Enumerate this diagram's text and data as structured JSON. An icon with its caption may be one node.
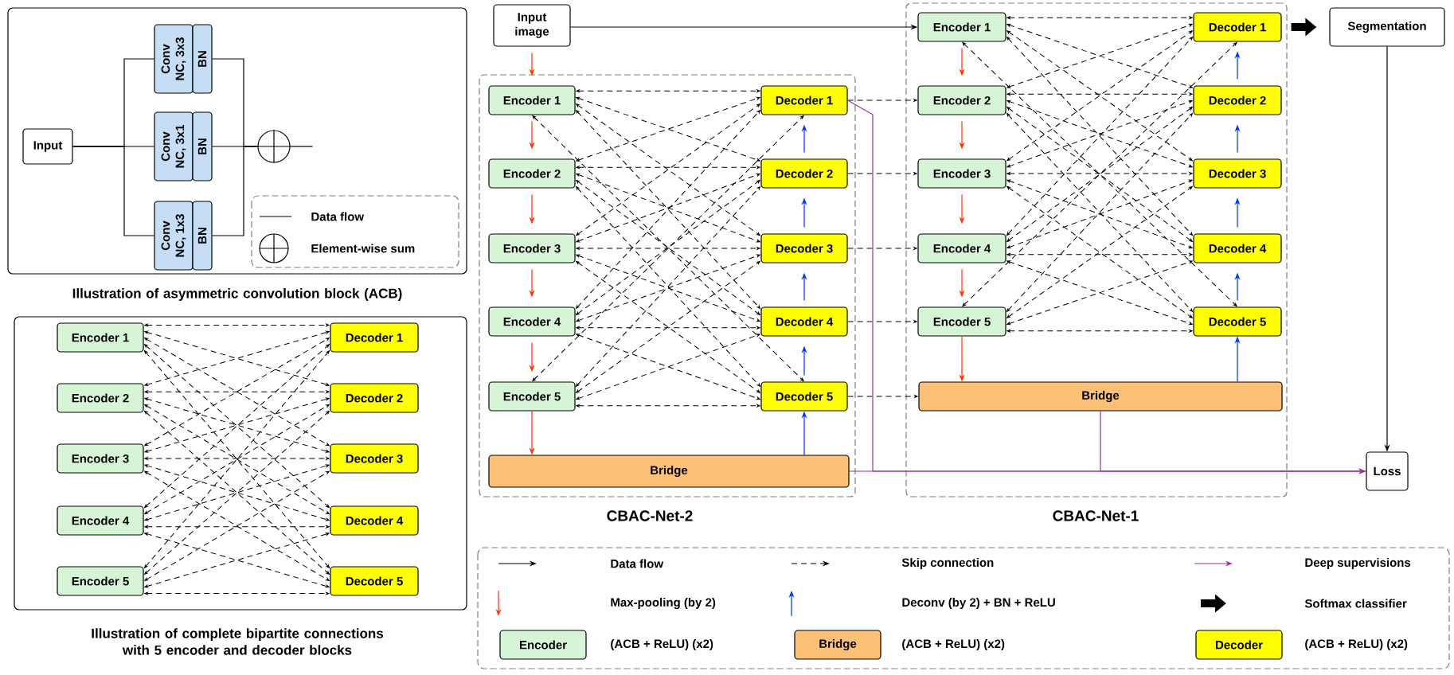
{
  "diagram": {
    "nodes": [
      {
        "text": [
          "Illustration of asymmetric convolution block (ACB)"
        ]
      },
      {
        "text": [
          "Input"
        ],
        "in": 0
      },
      {
        "text": [
          "Conv NC, 3x3"
        ],
        "in": 0
      },
      {
        "text": [
          "BN"
        ],
        "in": 0
      },
      {
        "text": [
          "Conv NC, 3x1"
        ],
        "in": 0
      },
      {
        "text": [
          "BN"
        ],
        "in": 0
      },
      {
        "text": [
          "Conv NC, 1x3"
        ],
        "in": 0
      },
      {
        "text": [
          "BN"
        ],
        "in": 0
      },
      {
        "text": [],
        "shape": "circle",
        "in": 0
      },
      {
        "text": [
          "Illustration of complete bipartite connections with 5 encoder and decoder blocks"
        ]
      },
      {
        "text": [
          "Encoder 1"
        ],
        "in": 9
      },
      {
        "text": [
          "Encoder 2"
        ],
        "in": 9
      },
      {
        "text": [
          "Encoder 3"
        ],
        "in": 9
      },
      {
        "text": [
          "Encoder 4"
        ],
        "in": 9
      },
      {
        "text": [
          "Encoder 5"
        ],
        "in": 9
      },
      {
        "text": [
          "Decoder 1"
        ],
        "in": 9
      },
      {
        "text": [
          "Decoder 2"
        ],
        "in": 9
      },
      {
        "text": [
          "Decoder 3"
        ],
        "in": 9
      },
      {
        "text": [
          "Decoder 4"
        ],
        "in": 9
      },
      {
        "text": [
          "Decoder 5"
        ],
        "in": 9
      },
      {
        "text": [
          "Input image"
        ]
      },
      {
        "text": [
          "CBAC-Net-2"
        ]
      },
      {
        "text": [
          "Encoder 1"
        ],
        "in": 21
      },
      {
        "text": [
          "Encoder 2"
        ],
        "in": 21
      },
      {
        "text": [
          "Encoder 3"
        ],
        "in": 21
      },
      {
        "text": [
          "Encoder 4"
        ],
        "in": 21
      },
      {
        "text": [
          "Encoder 5"
        ],
        "in": 21
      },
      {
        "text": [
          "Decoder 1"
        ],
        "in": 21
      },
      {
        "text": [
          "Decoder 2"
        ],
        "in": 21
      },
      {
        "text": [
          "Decoder 3"
        ],
        "in": 21
      },
      {
        "text": [
          "Decoder 4"
        ],
        "in": 21
      },
      {
        "text": [
          "Decoder 5"
        ],
        "in": 21
      },
      {
        "text": [
          "Bridge"
        ],
        "in": 21
      },
      {
        "text": [
          "CBAC-Net-1"
        ]
      },
      {
        "text": [
          "Encoder 1"
        ],
        "in": 33
      },
      {
        "text": [
          "Encoder 2"
        ],
        "in": 33
      },
      {
        "text": [
          "Encoder 3"
        ],
        "in": 33
      },
      {
        "text": [
          "Encoder 4"
        ],
        "in": 33
      },
      {
        "text": [
          "Encoder 5"
        ],
        "in": 33
      },
      {
        "text": [
          "Decoder 1"
        ],
        "in": 33
      },
      {
        "text": [
          "Decoder 2"
        ],
        "in": 33
      },
      {
        "text": [
          "Decoder 3"
        ],
        "in": 33
      },
      {
        "text": [
          "Decoder 4"
        ],
        "in": 33
      },
      {
        "text": [
          "Decoder 5"
        ],
        "in": 33
      },
      {
        "text": [
          "Bridge"
        ],
        "in": 33
      },
      {
        "text": [
          "Segmentation"
        ]
      },
      {
        "text": [
          "Loss"
        ]
      }
    ],
    "edges": [
      {
        "from": 1,
        "to": 2,
        "arrow": "none"
      },
      {
        "from": 1,
        "to": 4,
        "arrow": "none"
      },
      {
        "from": 1,
        "to": 6,
        "arrow": "none"
      },
      {
        "from": 3,
        "to": 8,
        "arrow": "none"
      },
      {
        "from": 5,
        "to": 8,
        "arrow": "none"
      },
      {
        "from": 7,
        "to": 8,
        "arrow": "none"
      },
      {
        "from": 8,
        "to": null,
        "arrow": "none"
      },
      {
        "from": 10,
        "to": 15,
        "arrow": "both",
        "style": "dashed"
      },
      {
        "from": 10,
        "to": 16,
        "arrow": "both",
        "style": "dashed"
      },
      {
        "from": 10,
        "to": 17,
        "arrow": "both",
        "style": "dashed"
      },
      {
        "from": 10,
        "to": 18,
        "arrow": "both",
        "style": "dashed"
      },
      {
        "from": 10,
        "to": 19,
        "arrow": "both",
        "style": "dashed"
      },
      {
        "from": 11,
        "to": 15,
        "arrow": "both",
        "style": "dashed"
      },
      {
        "from": 11,
        "to": 16,
        "arrow": "both",
        "style": "dashed"
      },
      {
        "from": 11,
        "to": 17,
        "arrow": "both",
        "style": "dashed"
      },
      {
        "from": 11,
        "to": 18,
        "arrow": "both",
        "style": "dashed"
      },
      {
        "from": 11,
        "to": 19,
        "arrow": "both",
        "style": "dashed"
      },
      {
        "from": 12,
        "to": 15,
        "arrow": "both",
        "style": "dashed"
      },
      {
        "from": 12,
        "to": 16,
        "arrow": "both",
        "style": "dashed"
      },
      {
        "from": 12,
        "to": 17,
        "arrow": "both",
        "style": "dashed"
      },
      {
        "from": 12,
        "to": 18,
        "arrow": "both",
        "style": "dashed"
      },
      {
        "from": 12,
        "to": 19,
        "arrow": "both",
        "style": "dashed"
      },
      {
        "from": 13,
        "to": 15,
        "arrow": "both",
        "style": "dashed"
      },
      {
        "from": 13,
        "to": 16,
        "arrow": "both",
        "style": "dashed"
      },
      {
        "from": 13,
        "to": 17,
        "arrow": "both",
        "style": "dashed"
      },
      {
        "from": 13,
        "to": 18,
        "arrow": "both",
        "style": "dashed"
      },
      {
        "from": 13,
        "to": 19,
        "arrow": "both",
        "style": "dashed"
      },
      {
        "from": 14,
        "to": 15,
        "arrow": "both",
        "style": "dashed"
      },
      {
        "from": 14,
        "to": 16,
        "arrow": "both",
        "style": "dashed"
      },
      {
        "from": 14,
        "to": 17,
        "arrow": "both",
        "style": "dashed"
      },
      {
        "from": 14,
        "to": 18,
        "arrow": "both",
        "style": "dashed"
      },
      {
        "from": 14,
        "to": 19,
        "arrow": "both",
        "style": "dashed"
      },
      {
        "from": 20,
        "to": 22,
        "arrow": "to",
        "color": "#ff3300"
      },
      {
        "from": 22,
        "to": 23,
        "arrow": "to",
        "color": "#ff3300"
      },
      {
        "from": 23,
        "to": 24,
        "arrow": "to",
        "color": "#ff3300"
      },
      {
        "from": 24,
        "to": 25,
        "arrow": "to",
        "color": "#ff3300"
      },
      {
        "from": 25,
        "to": 26,
        "arrow": "to",
        "color": "#ff3300"
      },
      {
        "from": 26,
        "to": 32,
        "arrow": "to",
        "color": "#ff3300"
      },
      {
        "from": 32,
        "to": 31,
        "arrow": "to",
        "color": "#0033ff"
      },
      {
        "from": 31,
        "to": 30,
        "arrow": "to",
        "color": "#0033ff"
      },
      {
        "from": 30,
        "to": 29,
        "arrow": "to",
        "color": "#0033ff"
      },
      {
        "from": 29,
        "to": 28,
        "arrow": "to",
        "color": "#0033ff"
      },
      {
        "from": 28,
        "to": 27,
        "arrow": "to",
        "color": "#0033ff"
      },
      {
        "from": 22,
        "to": 27,
        "arrow": "both",
        "style": "dashed"
      },
      {
        "from": 22,
        "to": 28,
        "arrow": "both",
        "style": "dashed"
      },
      {
        "from": 22,
        "to": 29,
        "arrow": "both",
        "style": "dashed"
      },
      {
        "from": 22,
        "to": 30,
        "arrow": "both",
        "style": "dashed"
      },
      {
        "from": 22,
        "to": 31,
        "arrow": "both",
        "style": "dashed"
      },
      {
        "from": 23,
        "to": 27,
        "arrow": "both",
        "style": "dashed"
      },
      {
        "from": 23,
        "to": 28,
        "arrow": "both",
        "style": "dashed"
      },
      {
        "from": 23,
        "to": 29,
        "arrow": "both",
        "style": "dashed"
      },
      {
        "from": 23,
        "to": 30,
        "arrow": "both",
        "style": "dashed"
      },
      {
        "from": 23,
        "to": 31,
        "arrow": "both",
        "style": "dashed"
      },
      {
        "from": 24,
        "to": 27,
        "arrow": "both",
        "style": "dashed"
      },
      {
        "from": 24,
        "to": 28,
        "arrow": "both",
        "style": "dashed"
      },
      {
        "from": 24,
        "to": 29,
        "arrow": "both",
        "style": "dashed"
      },
      {
        "from": 24,
        "to": 30,
        "arrow": "both",
        "style": "dashed"
      },
      {
        "from": 24,
        "to": 31,
        "arrow": "both",
        "style": "dashed"
      },
      {
        "from": 25,
        "to": 27,
        "arrow": "both",
        "style": "dashed"
      },
      {
        "from": 25,
        "to": 28,
        "arrow": "both",
        "style": "dashed"
      },
      {
        "from": 25,
        "to": 29,
        "arrow": "both",
        "style": "dashed"
      },
      {
        "from": 25,
        "to": 30,
        "arrow": "both",
        "style": "dashed"
      },
      {
        "from": 25,
        "to": 31,
        "arrow": "both",
        "style": "dashed"
      },
      {
        "from": 26,
        "to": 27,
        "arrow": "both",
        "style": "dashed"
      },
      {
        "from": 26,
        "to": 28,
        "arrow": "both",
        "style": "dashed"
      },
      {
        "from": 26,
        "to": 29,
        "arrow": "both",
        "style": "dashed"
      },
      {
        "from": 26,
        "to": 30,
        "arrow": "both",
        "style": "dashed"
      },
      {
        "from": 26,
        "to": 31,
        "arrow": "both",
        "style": "dashed"
      },
      {
        "from": 20,
        "to": 34,
        "arrow": "to"
      },
      {
        "from": 27,
        "to": 35,
        "arrow": "to",
        "style": "dashed"
      },
      {
        "from": 28,
        "to": 36,
        "arrow": "to",
        "style": "dashed"
      },
      {
        "from": 29,
        "to": 37,
        "arrow": "to",
        "style": "dashed"
      },
      {
        "from": 30,
        "to": 38,
        "arrow": "to",
        "style": "dashed"
      },
      {
        "from": 31,
        "to": 44,
        "arrow": "to",
        "style": "dashed"
      },
      {
        "from": 34,
        "to": 35,
        "arrow": "to",
        "color": "#ff3300"
      },
      {
        "from": 35,
        "to": 36,
        "arrow": "to",
        "color": "#ff3300"
      },
      {
        "from": 36,
        "to": 37,
        "arrow": "to",
        "color": "#ff3300"
      },
      {
        "from": 37,
        "to": 38,
        "arrow": "to",
        "color": "#ff3300"
      },
      {
        "from": 38,
        "to": 44,
        "arrow": "to",
        "color": "#ff3300"
      },
      {
        "from": 44,
        "to": 43,
        "arrow": "to",
        "color": "#0033ff"
      },
      {
        "from": 43,
        "to": 42,
        "arrow": "to",
        "color": "#0033ff"
      },
      {
        "from": 42,
        "to": 41,
        "arrow": "to",
        "color": "#0033ff"
      },
      {
        "from": 41,
        "to": 40,
        "arrow": "to",
        "color": "#0033ff"
      },
      {
        "from": 40,
        "to": 39,
        "arrow": "to",
        "color": "#0033ff"
      },
      {
        "from": 34,
        "to": 39,
        "arrow": "both",
        "style": "dashed"
      },
      {
        "from": 34,
        "to": 40,
        "arrow": "both",
        "style": "dashed"
      },
      {
        "from": 34,
        "to": 41,
        "arrow": "both",
        "style": "dashed"
      },
      {
        "from": 34,
        "to": 42,
        "arrow": "both",
        "style": "dashed"
      },
      {
        "from": 34,
        "to": 43,
        "arrow": "both",
        "style": "dashed"
      },
      {
        "from": 35,
        "to": 39,
        "arrow": "both",
        "style": "dashed"
      },
      {
        "from": 35,
        "to": 40,
        "arrow": "both",
        "style": "dashed"
      },
      {
        "from": 35,
        "to": 41,
        "arrow": "both",
        "style": "dashed"
      },
      {
        "from": 35,
        "to": 42,
        "arrow": "both",
        "style": "dashed"
      },
      {
        "from": 35,
        "to": 43,
        "arrow": "both",
        "style": "dashed"
      },
      {
        "from": 36,
        "to": 39,
        "arrow": "both",
        "style": "dashed"
      },
      {
        "from": 36,
        "to": 40,
        "arrow": "both",
        "style": "dashed"
      },
      {
        "from": 36,
        "to": 41,
        "arrow": "both",
        "style": "dashed"
      },
      {
        "from": 36,
        "to": 42,
        "arrow": "both",
        "style": "dashed"
      },
      {
        "from": 36,
        "to": 43,
        "arrow": "both",
        "style": "dashed"
      },
      {
        "from": 37,
        "to": 39,
        "arrow": "both",
        "style": "dashed"
      },
      {
        "from": 37,
        "to": 40,
        "arrow": "both",
        "style": "dashed"
      },
      {
        "from": 37,
        "to": 41,
        "arrow": "both",
        "style": "dashed"
      },
      {
        "from": 37,
        "to": 42,
        "arrow": "both",
        "style": "dashed"
      },
      {
        "from": 37,
        "to": 43,
        "arrow": "both",
        "style": "dashed"
      },
      {
        "from": 38,
        "to": 39,
        "arrow": "both",
        "style": "dashed"
      },
      {
        "from": 38,
        "to": 40,
        "arrow": "both",
        "style": "dashed"
      },
      {
        "from": 38,
        "to": 41,
        "arrow": "both",
        "style": "dashed"
      },
      {
        "from": 38,
        "to": 42,
        "arrow": "both",
        "style": "dashed"
      },
      {
        "from": 38,
        "to": 43,
        "arrow": "both",
        "style": "dashed"
      },
      {
        "from": 39,
        "to": 45,
        "arrow": "to",
        "style": "thick"
      },
      {
        "from": 45,
        "to": 46,
        "arrow": "to"
      },
      {
        "from": 27,
        "to": 46,
        "arrow": "to",
        "color": "#993399"
      },
      {
        "from": 32,
        "to": 46,
        "arrow": "to",
        "color": "#993399"
      },
      {
        "from": 44,
        "to": 46,
        "arrow": "to",
        "color": "#993399"
      }
    ],
    "labels": [
      "Encoder",
      "Bridge",
      "Decoder"
    ],
    "legend": [
      {
        "text": "Data flow"
      },
      {
        "text": "Element-wise sum"
      },
      {
        "text": "Data flow"
      },
      {
        "text": "Skip connection"
      },
      {
        "text": "Deep supervisions"
      },
      {
        "text": "Max-pooling (by 2)"
      },
      {
        "text": "Deconv (by 2) + BN + ReLU"
      },
      {
        "text": "Softmax classifier"
      },
      {
        "text": "(ACB + ReLU) (x2)",
        "color": "#d6f5d6"
      },
      {
        "text": "(ACB + ReLU) (x2)",
        "color": "#fcc077"
      },
      {
        "text": "(ACB + ReLU) (x2)",
        "color": "#ffff00"
      }
    ]
  }
}
